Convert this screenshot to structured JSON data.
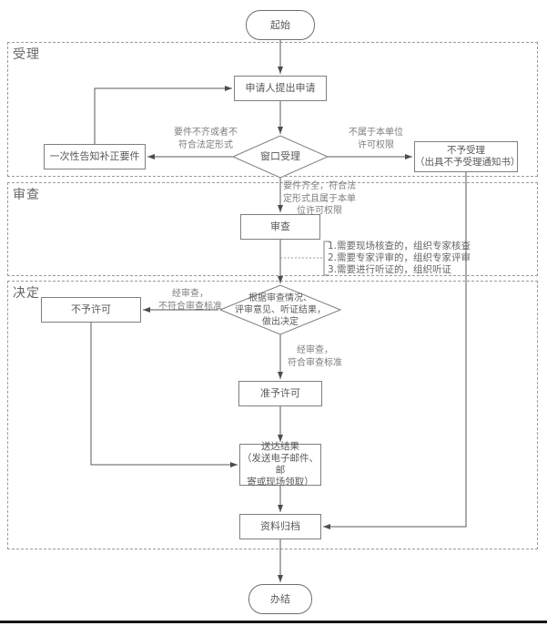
{
  "sections": {
    "acceptance": {
      "label": "受理"
    },
    "review": {
      "label": "审查"
    },
    "decision": {
      "label": "决定"
    }
  },
  "nodes": {
    "start": {
      "label": "起始"
    },
    "apply": {
      "label": "申请人提出申请"
    },
    "window_accept": {
      "label": "窗口受理"
    },
    "notify_correction": {
      "label": "一次性告知补正要件"
    },
    "reject_accept": {
      "label": "不予受理\n（出具不予受理通知书）"
    },
    "review": {
      "label": "审查"
    },
    "decision": {
      "label": "根据审查情况、\n评审意见、听证结果，\n做出决定"
    },
    "deny_permit": {
      "label": "不予许可"
    },
    "grant_permit": {
      "label": "准予许可"
    },
    "deliver_result": {
      "label": "送达结果\n（发送电子邮件、邮\n寄或现场领取）"
    },
    "archive": {
      "label": "资料归档"
    },
    "end": {
      "label": "办结"
    }
  },
  "edge_labels": {
    "incomplete": "要件不齐或者不\n符合法定形式",
    "not_in_authority": "不属于本单位\n许可权限",
    "complete": "要件齐全，符合法\n定形式且属于本单\n位许可权限",
    "fail_review": "经审查，\n不符合审查标准",
    "pass_review": "经审查，\n符合审查标准"
  },
  "notes": {
    "review_notes": "1.需要现场核查的，组织专家核查\n2.需要专家评审的，组织专家评审\n3.需要进行听证的，组织听证"
  },
  "colors": {
    "line": "#5a5a5a",
    "shape_border": "#7f7f7f",
    "section_border": "#9a9a9a",
    "text": "#595959",
    "bottom_bar": "#161616"
  }
}
